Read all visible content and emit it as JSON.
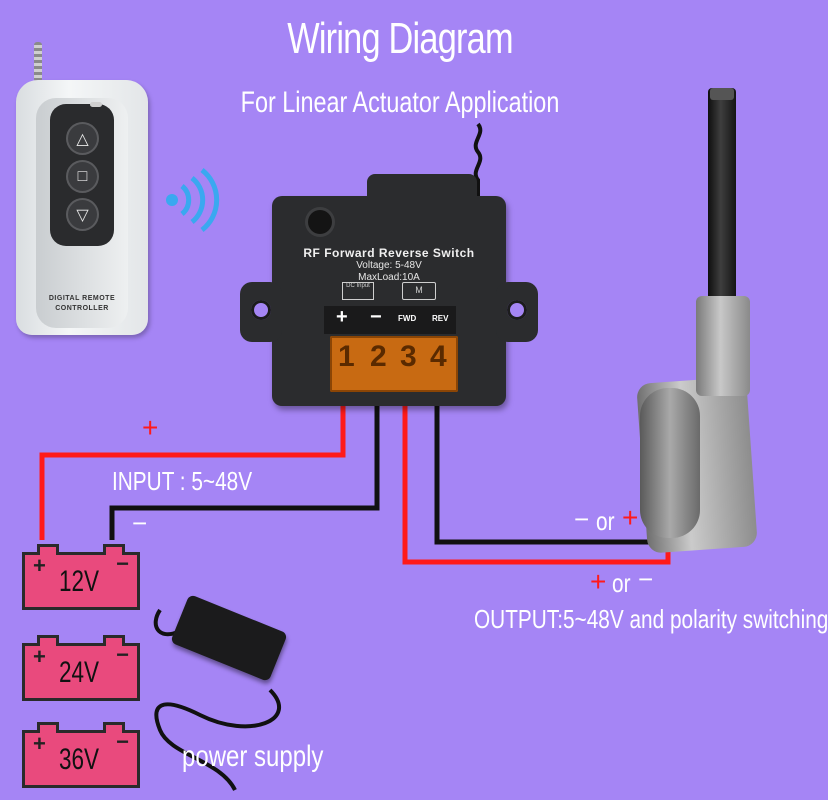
{
  "title": "Wiring Diagram",
  "subtitle": "For  Linear Actuator Application",
  "remote": {
    "buttons": [
      "△",
      "□",
      "▽"
    ],
    "label_line1": "DIGITAL REMOTE",
    "label_line2": "CONTROLLER",
    "signal_icon": "wireless-signal-icon"
  },
  "switch_box": {
    "name": "RF Forward Reverse Switch",
    "voltage": "Voltage: 5-48V",
    "maxload": "MaxLoad:10A",
    "dc_input_label": "DC Input",
    "motor_symbol": "M",
    "terminal_plus": "+",
    "terminal_minus": "−",
    "terminal_fwd": "FWD",
    "terminal_rev": "REV",
    "terminal_numbers": [
      "1",
      "2",
      "3",
      "4"
    ]
  },
  "input": {
    "plus_sign": "+",
    "label": "INPUT :  5~48V",
    "minus_sign": "−"
  },
  "output": {
    "upper_minus": "−",
    "upper_or": "or",
    "upper_plus": "+",
    "lower_plus": "+",
    "lower_or": "or",
    "lower_minus": "−",
    "label": "OUTPUT:5~48V and polarity switching"
  },
  "batteries": [
    {
      "voltage": "12V",
      "plus": "+",
      "minus": "−"
    },
    {
      "voltage": "24V",
      "plus": "+",
      "minus": "−"
    },
    {
      "voltage": "36V",
      "plus": "+",
      "minus": "−"
    }
  ],
  "power_supply_label": "power supply",
  "colors": {
    "background": "#a585f5",
    "wire_red": "#ff1a1a",
    "wire_black": "#111111",
    "terminal_orange": "#c86a12",
    "battery_pink": "#e94a7d"
  }
}
